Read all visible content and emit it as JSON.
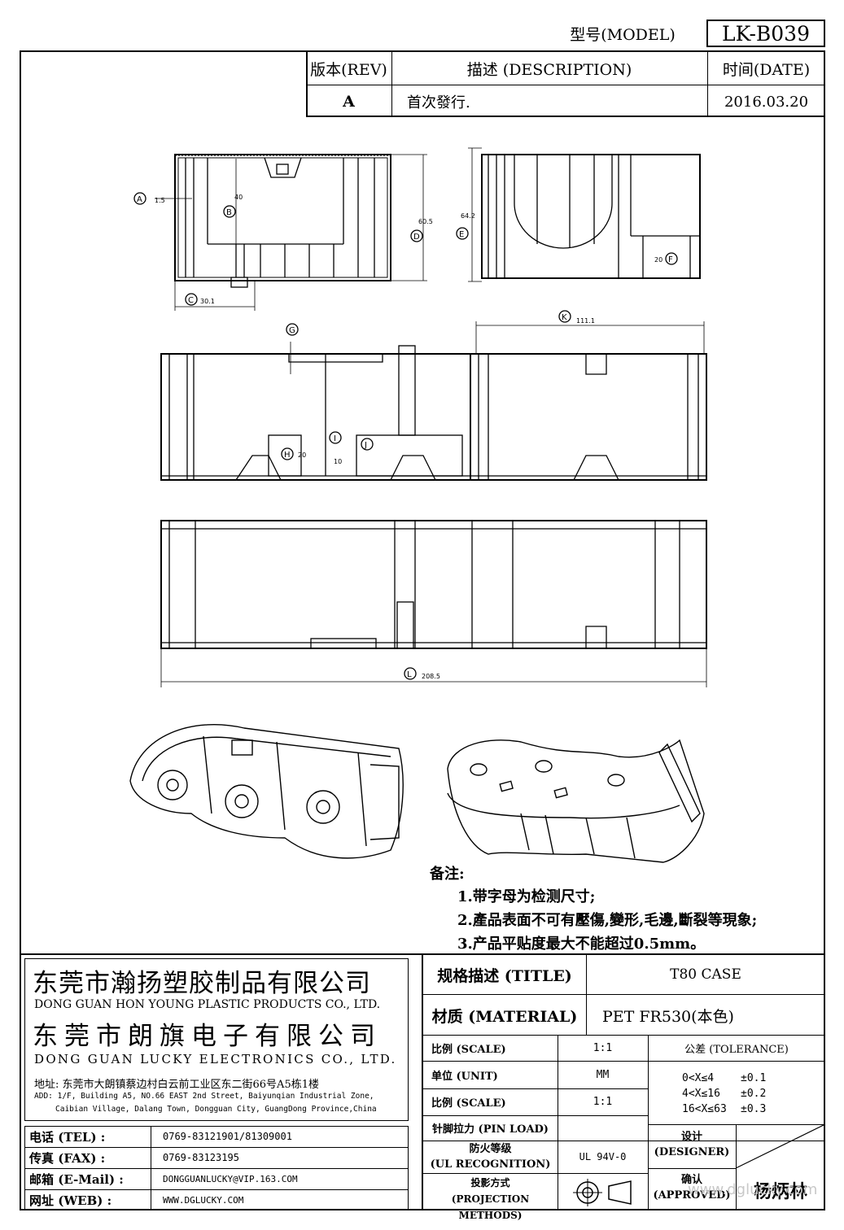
{
  "header": {
    "model_label": "型号(MODEL)",
    "model_value": "LK-B039"
  },
  "revision": {
    "rev_header": "版本(REV)",
    "desc_header": "描述 (DESCRIPTION)",
    "date_header": "时间(DATE)",
    "rows": [
      {
        "rev": "A",
        "desc": "首次發行.",
        "date": "2016.03.20"
      }
    ]
  },
  "dimensions": {
    "A": "1.5",
    "B": "40",
    "C": "30.1",
    "D": "60.5",
    "E": "64.2",
    "F": "20",
    "G": "",
    "H": "20",
    "I": "10",
    "J": "",
    "K": "111.1",
    "L": "208.5"
  },
  "notes": {
    "heading": "备注:",
    "items": [
      "1.带字母为检测尺寸;",
      "2.產品表面不可有壓傷,變形,毛邊,斷裂等現象;",
      "3.产品平贴度最大不能超过0.5mm。"
    ]
  },
  "company": {
    "name1_cn": "东莞市瀚扬塑胶制品有限公司",
    "name1_en": "DONG GUAN HON YOUNG PLASTIC PRODUCTS CO., LTD.",
    "name2_cn": "东莞市朗旗电子有限公司",
    "name2_en": "DONG GUAN LUCKY ELECTRONICS CO., LTD.",
    "address_cn": "地址: 东莞市大朗镇蔡边村白云前工业区东二街66号A5栋1楼",
    "address_en_1": "ADD: 1/F, Building A5, NO.66 EAST 2nd Street, Baiyunqian Industrial Zone,",
    "address_en_2": "Caibian Village, Dalang Town, Dongguan City, GuangDong Province,China"
  },
  "contacts": [
    {
      "label": "电话 (TEL) :",
      "value": "0769-83121901/81309001"
    },
    {
      "label": "传真 (FAX) :",
      "value": "0769-83123195"
    },
    {
      "label": "邮箱 (E-Mail) :",
      "value": "DONGGUANLUCKY@VIP.163.COM"
    },
    {
      "label": "网址 (WEB) :",
      "value": "WWW.DGLUCKY.COM"
    }
  ],
  "spec": {
    "title_label": "规格描述 (TITLE)",
    "title_value": "T80 CASE",
    "material_label": "材质 (MATERIAL)",
    "material_value": "PET FR530(本色)",
    "scale_label": "比例 (SCALE)",
    "scale_value": "1:1",
    "unit_label": "单位 (UNIT)",
    "unit_value": "MM",
    "scale2_label": "比例 (SCALE)",
    "scale2_value": "1:1",
    "pin_label": "针脚拉力 (PIN LOAD)",
    "pin_value": "",
    "ul_label_1": "防火等级",
    "ul_label_2": "(UL RECOGNITION)",
    "ul_value": "UL 94V-0",
    "proj_label_1": "投影方式",
    "proj_label_2": "(PROJECTION METHODS)",
    "tolerance_label": "公差 (TOLERANCE)",
    "tolerances": [
      {
        "range": "0<X≤4",
        "value": "±0.1"
      },
      {
        "range": "4<X≤16",
        "value": "±0.2"
      },
      {
        "range": "16<X≤63",
        "value": "±0.3"
      }
    ],
    "designer_label_1": "设计",
    "designer_label_2": "(DESIGNER)",
    "approved_label_1": "确认",
    "approved_label_2": "(APPROVED)",
    "approved_value": "杨炳林"
  },
  "watermark": "www.dglucky.com"
}
